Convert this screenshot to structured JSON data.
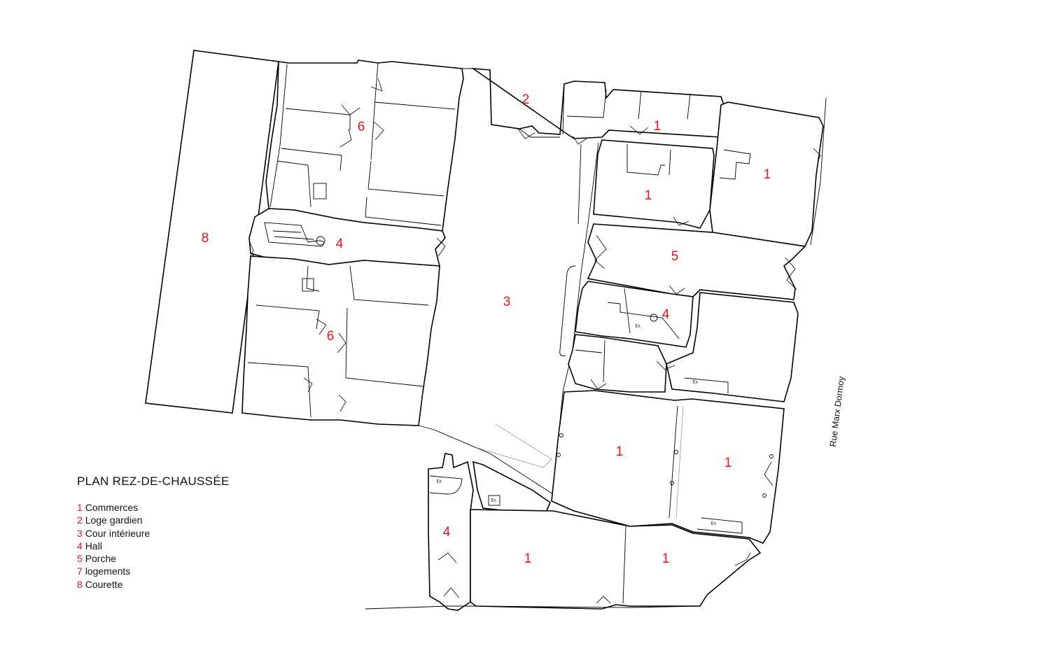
{
  "title": "PLAN REZ-DE-CHAUSSÉE",
  "legend": [
    {
      "num": "1",
      "label": "Commerces"
    },
    {
      "num": "2",
      "label": "Loge gardien"
    },
    {
      "num": "3",
      "label": "Cour intérieure"
    },
    {
      "num": "4",
      "label": "Hall"
    },
    {
      "num": "5",
      "label": "Porche"
    },
    {
      "num": "7",
      "label": "logements"
    },
    {
      "num": "8",
      "label": "Courette"
    }
  ],
  "street_label": "Rue Marx Dormoy",
  "small_label": "Ex.",
  "room_labels": {
    "courette": "8",
    "hall_west": "4",
    "logements_north": "6",
    "logements_south": "6",
    "cour": "3",
    "loge": "2",
    "commerce_top": "1",
    "commerce_northeast": "1",
    "commerce_center": "1",
    "porche": "5",
    "hall_east": "4",
    "commerce_mid_left": "1",
    "commerce_mid_right": "1",
    "hall_south": "4",
    "commerce_bottom_left": "1",
    "commerce_bottom_right": "1"
  },
  "colors": {
    "numbers": "#e8141c",
    "lines": "#000000"
  }
}
